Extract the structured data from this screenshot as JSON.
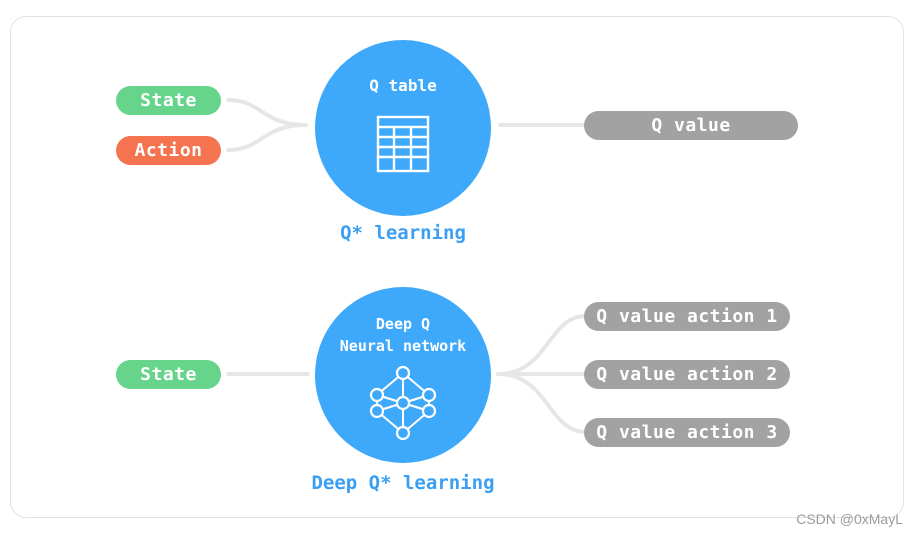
{
  "top": {
    "inputs": [
      {
        "label": "State",
        "color": "#66d48a"
      },
      {
        "label": "Action",
        "color": "#f5734f"
      }
    ],
    "circle_title": "Q table",
    "circle_icon": "table-icon",
    "output": "Q value",
    "caption": "Q* learning"
  },
  "bottom": {
    "input": "State",
    "circle_title_line1": "Deep Q",
    "circle_title_line2": "Neural network",
    "circle_icon": "neural-network-icon",
    "outputs": [
      "Q value action 1",
      "Q value action 2",
      "Q value action 3"
    ],
    "caption": "Deep Q* learning"
  },
  "colors": {
    "circle": "#3ea8fa",
    "caption": "#3a9ff3",
    "output": "#a2a2a2",
    "connector": "#e6e6e6"
  },
  "watermark": "CSDN @0xMayL"
}
